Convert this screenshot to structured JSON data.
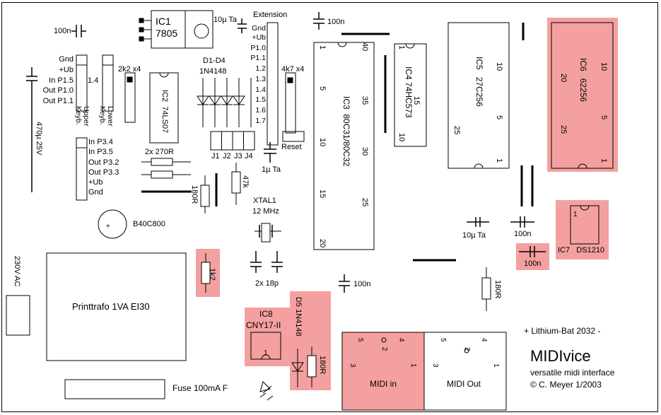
{
  "colors": {
    "highlight": "#f4a0a0",
    "ink": "#000000",
    "board": "#ffffff"
  },
  "ic1": {
    "name": "IC1",
    "part": "7805"
  },
  "cap_top_left": "100n",
  "cap_10u": "10µ Ta",
  "cap_top_mid": "100n",
  "cap_470": "470µ 25V",
  "extension": {
    "title": "Extension",
    "pins": [
      "Gnd",
      "+Ub",
      "P1.0",
      "P1.1",
      "1.2",
      "1.3",
      "1.4",
      "1.5",
      "1.6",
      "1.7"
    ]
  },
  "keyb": {
    "labels": [
      "Gnd",
      "+Ub",
      "In P1.5",
      "Out P1.0",
      "Out P1.1"
    ],
    "jumper": "1.4",
    "upper": "Upper Keyb.",
    "lower": "Lower Keyb."
  },
  "port3": {
    "labels": [
      "In P3.4",
      "In P3.5",
      "Out P3.2",
      "Out P3.3",
      "+Ub",
      "Gnd"
    ]
  },
  "res_2k2": "2k2 x4",
  "res_4k7": "4k7 x4",
  "ic2": {
    "name": "IC2",
    "part": "74LS07"
  },
  "diodes": {
    "name": "D1-D4",
    "part": "1N4148"
  },
  "res_270": "2x 270R",
  "jumpers": [
    "J1",
    "J2",
    "J3",
    "J4"
  ],
  "reset": "Reset",
  "cap_1u": "1µ Ta",
  "res_180_left": "180R",
  "res_47k": "47k",
  "xtal": {
    "name": "XTAL1",
    "freq": "12 MHz"
  },
  "caps_18p": "2x 18p",
  "bridge": "B40C800",
  "ic3": {
    "name": "IC3",
    "part": "80C31/80C32",
    "pins_left": [
      "1",
      "5",
      "10",
      "15",
      "20"
    ],
    "pins_right": [
      "40",
      "35",
      "30",
      "25"
    ]
  },
  "ic4": {
    "name": "IC4",
    "part": "74HC573",
    "pin_a": "1",
    "pin_b": "10",
    "pin_c": "15"
  },
  "ic5": {
    "name": "IC5",
    "part": "27C256",
    "pins": [
      "10",
      "5",
      "1",
      "25"
    ]
  },
  "ic6": {
    "name": "IC6",
    "part": "62256",
    "pins": [
      "20",
      "10",
      "25",
      "5",
      "1"
    ]
  },
  "cap_10u_right": "10µ Ta",
  "cap_100n_r1": "100n",
  "cap_100n_r2": "100n",
  "ic7": {
    "name": "IC7",
    "part": "DS1210",
    "pin": "1"
  },
  "res_180_right": "180R",
  "mains": "230V AC",
  "trafo": "Printtrafo 1VA EI30",
  "res_1k2": "1k2",
  "cap_100n_bottom": "100n",
  "ic8": {
    "name": "IC8",
    "part": "CNY17-II",
    "pin": "1"
  },
  "d5": {
    "label": "D5 1N4148"
  },
  "res_180_mid": "180R",
  "fuse": "Fuse 100mA F",
  "battery": "+  Lithium-Bat 2032  -",
  "title": {
    "name": "MIDIvice",
    "subtitle": "versatile midi interface",
    "copyright": "© C. Meyer 1/2003"
  },
  "midi_in": {
    "label": "MIDI in",
    "pins_top": [
      "5",
      "2",
      "4"
    ],
    "pins_bottom": [
      "3",
      "1"
    ]
  },
  "midi_out": {
    "label": "MIDI Out",
    "pins_top": [
      "5",
      "2",
      "4"
    ],
    "pins_bottom": [
      "3",
      "1"
    ]
  }
}
